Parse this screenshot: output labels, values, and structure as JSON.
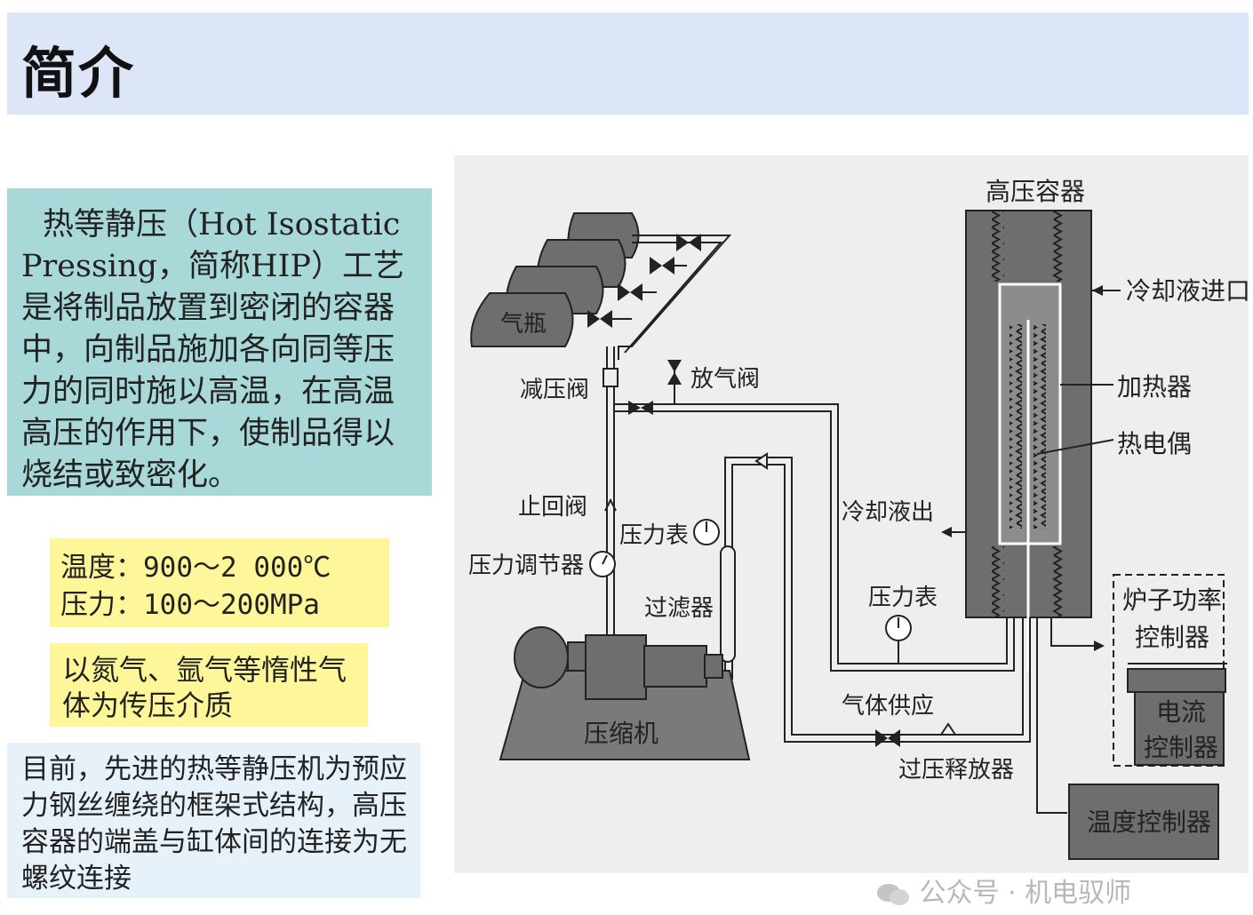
{
  "header": {
    "title": "简介"
  },
  "intro": {
    "text": "热等静压（Hot Isostatic Pressing，简称HIP）工艺是将制品放置到密闭的容器中，向制品施加各向同等压力的同时施以高温，在高温高压的作用下，使制品得以烧结或致密化。"
  },
  "conditions": {
    "temperature": "温度：900～2 000℃",
    "pressure": "压力：100～200MPa"
  },
  "medium": {
    "text": "以氮气、氩气等惰性气体为传压介质"
  },
  "modern": {
    "text": "目前，先进的热等静压机为预应力钢丝缠绕的框架式结构，高压容器的端盖与缸体间的连接为无螺纹连接"
  },
  "diagram": {
    "labels": {
      "vessel": "高压容器",
      "coolant_in": "冷却液进口",
      "heater": "加热器",
      "thermocouple": "热电偶",
      "gas_bottle": "气瓶",
      "reducing_valve": "减压阀",
      "vent_valve": "放气阀",
      "check_valve": "止回阀",
      "pressure_gauge_1": "压力表",
      "pressure_regulator": "压力调节器",
      "coolant_out": "冷却液出",
      "pressure_gauge_2": "压力表",
      "filter": "过滤器",
      "gas_supply": "气体供应",
      "compressor": "压缩机",
      "relief_valve": "过压释放器",
      "furnace_power_1": "炉子功率",
      "furnace_power_2": "控制器",
      "current_ctrl_1": "电流",
      "current_ctrl_2": "控制器",
      "temp_controller": "温度控制器"
    }
  },
  "watermark": {
    "text": "公众号 · 机电驭师"
  }
}
